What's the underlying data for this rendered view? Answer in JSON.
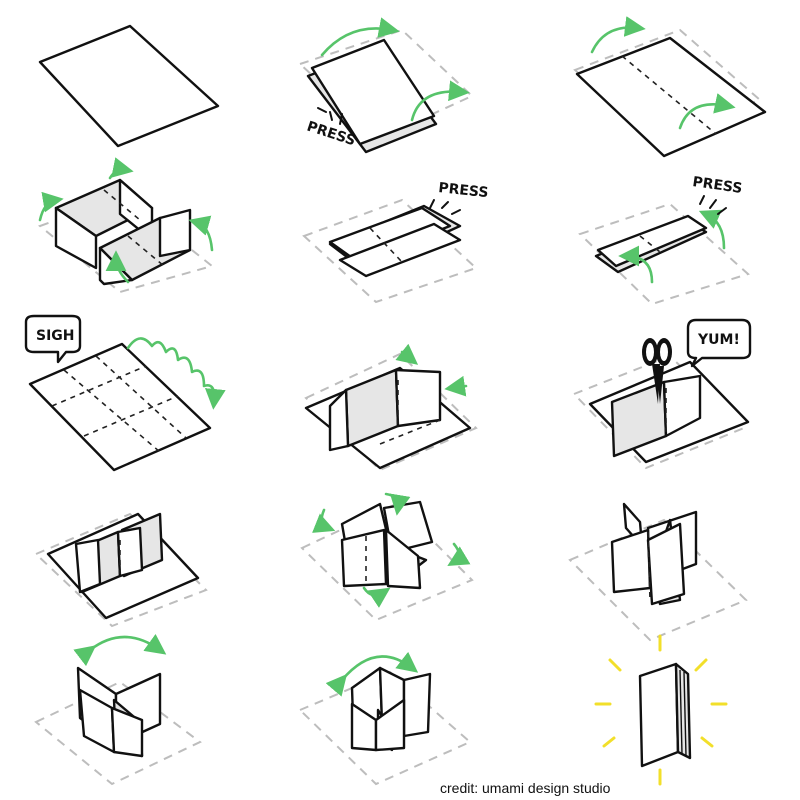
{
  "labels": {
    "press_1": "PRESS",
    "press_2": "PRESS",
    "press_3": "PRESS",
    "sigh": "SIGH",
    "yum": "YUM!"
  },
  "credit": "credit: umami design studio",
  "colors": {
    "ink": "#111111",
    "arrow": "#57c46a",
    "guide": "#bdbdbd",
    "paper_shade": "#e6e6e6",
    "spark": "#f2df2a"
  }
}
